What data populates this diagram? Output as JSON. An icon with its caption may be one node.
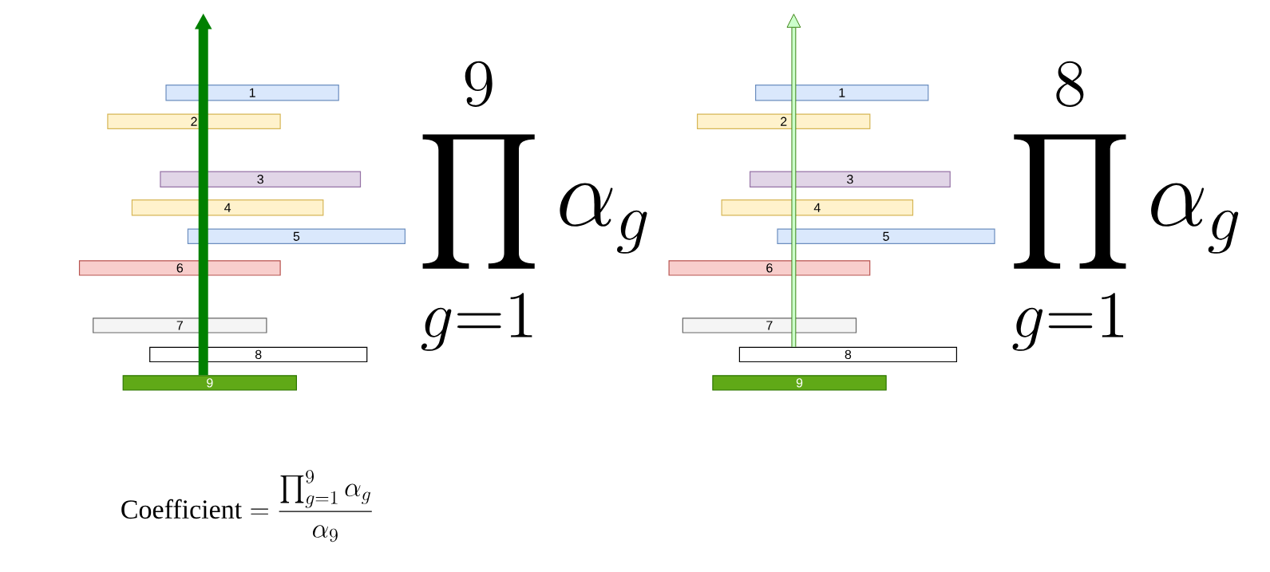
{
  "diagram": {
    "nodes": [
      {
        "text": [
          "1"
        ]
      },
      {
        "text": [
          "2"
        ]
      },
      {
        "text": [
          "3"
        ]
      },
      {
        "text": [
          "4"
        ]
      },
      {
        "text": [
          "5"
        ]
      },
      {
        "text": [
          "6"
        ]
      },
      {
        "text": [
          "7"
        ]
      },
      {
        "text": [
          "8"
        ]
      },
      {
        "text": [
          "9"
        ]
      },
      {
        "text": [
          "1"
        ]
      },
      {
        "text": [
          "2"
        ]
      },
      {
        "text": [
          "3"
        ]
      },
      {
        "text": [
          "4"
        ]
      },
      {
        "text": [
          "5"
        ]
      },
      {
        "text": [
          "6"
        ]
      },
      {
        "text": [
          "7"
        ]
      },
      {
        "text": [
          "8"
        ]
      },
      {
        "text": [
          "9"
        ]
      }
    ],
    "edges": [
      {
        "from": 8,
        "to": null,
        "arrow": "to",
        "style": "thick",
        "color": "#008000"
      },
      {
        "from": 16,
        "to": null,
        "arrow": "to",
        "color": "#2d7600"
      }
    ],
    "labels": [
      "\\prod_{g=1}^{9} \\alpha_g",
      "\\prod_{g=1}^{8} \\alpha_g",
      "\\text{Coefficient} = \\frac{\\prod_{g=1}^{9} \\alpha_g}{\\alpha_9}"
    ]
  }
}
